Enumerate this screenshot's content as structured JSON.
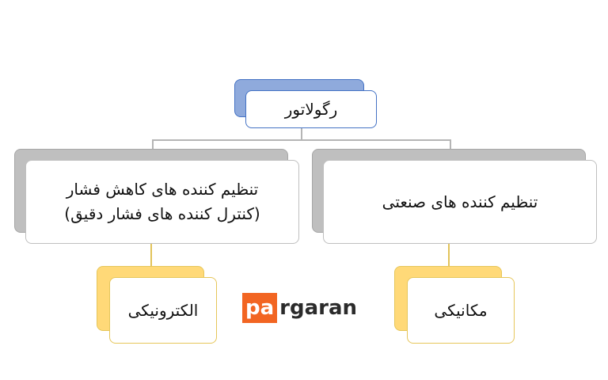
{
  "root": {
    "label": "رگولاتور"
  },
  "branches": {
    "right": {
      "label": "تنظیم کننده های صنعتی"
    },
    "left": {
      "line1": "تنظیم کننده های کاهش فشار",
      "line2": "(کنترل کننده های فشار دقیق)"
    }
  },
  "leaves": {
    "right": {
      "label": "مکانیکی"
    },
    "left": {
      "label": "الکترونیکی"
    }
  },
  "watermark": {
    "badge": "pa",
    "rest": "rgaran"
  },
  "colors": {
    "root_back": "#8faadc",
    "root_border": "#4472c4",
    "branch_back": "#bfbfbf",
    "branch_border": "#a6a6a6",
    "leaf_back": "#ffd978",
    "leaf_border": "#e6c65a",
    "logo_orange": "#f26522",
    "logo_text": "#2b2b2b"
  }
}
